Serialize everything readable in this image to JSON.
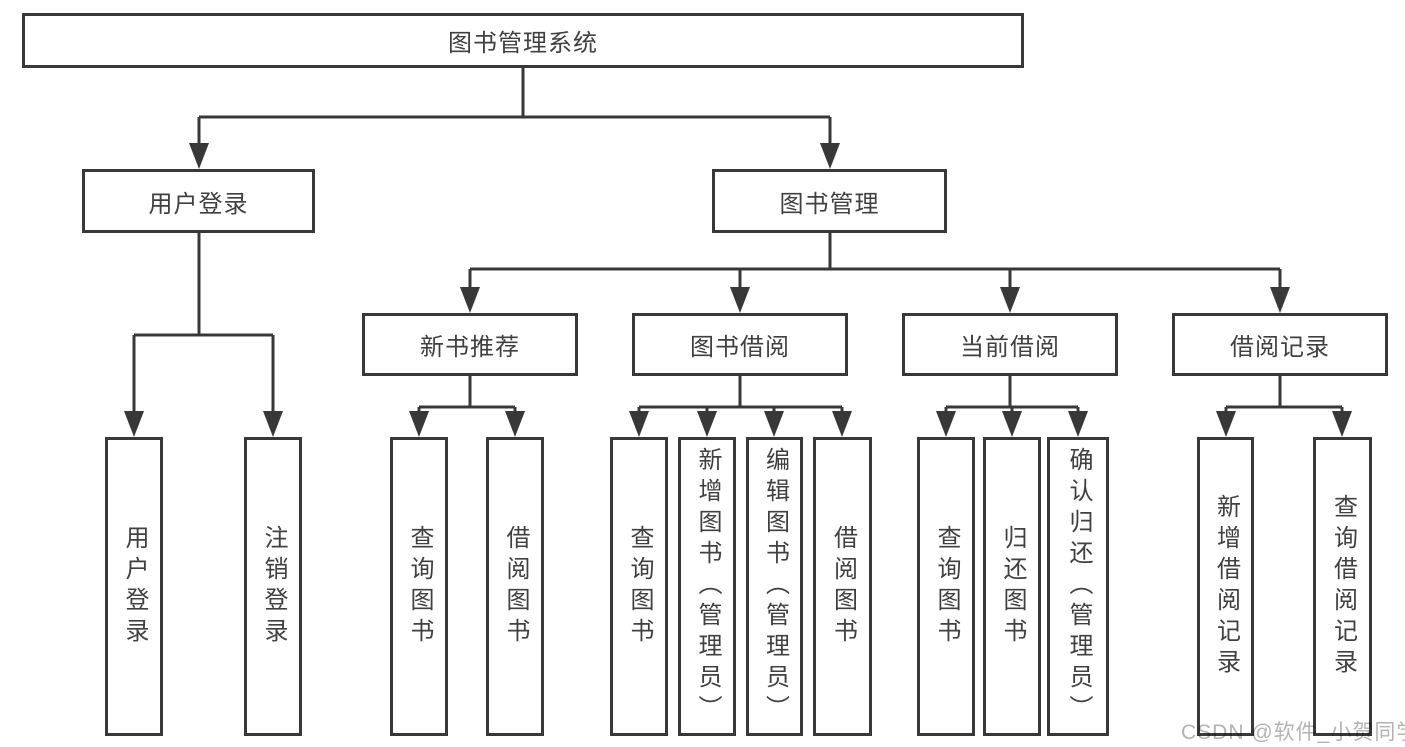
{
  "diagram": {
    "title": "图书管理系统",
    "root": {
      "label": "图书管理系统"
    },
    "level2": [
      {
        "id": "user-login",
        "label": "用户登录"
      },
      {
        "id": "book-management",
        "label": "图书管理"
      }
    ],
    "level3": [
      {
        "id": "new-book-recommendation",
        "parent": "图书管理",
        "label": "新书推荐"
      },
      {
        "id": "book-borrowing",
        "parent": "图书管理",
        "label": "图书借阅"
      },
      {
        "id": "current-borrowing",
        "parent": "图书管理",
        "label": "当前借阅"
      },
      {
        "id": "borrowing-records",
        "parent": "图书管理",
        "label": "借阅记录"
      }
    ],
    "leaves": [
      {
        "parent": "用户登录",
        "label": "用户登录"
      },
      {
        "parent": "用户登录",
        "label": "注销登录"
      },
      {
        "parent": "新书推荐",
        "label": "查询图书"
      },
      {
        "parent": "新书推荐",
        "label": "借阅图书"
      },
      {
        "parent": "图书借阅",
        "label": "查询图书"
      },
      {
        "parent": "图书借阅",
        "label": "新增图书（管理员）"
      },
      {
        "parent": "图书借阅",
        "label": "编辑图书（管理员）"
      },
      {
        "parent": "图书借阅",
        "label": "借阅图书"
      },
      {
        "parent": "当前借阅",
        "label": "查询图书"
      },
      {
        "parent": "当前借阅",
        "label": "归还图书"
      },
      {
        "parent": "当前借阅",
        "label": "确认归还（管理员）"
      },
      {
        "parent": "借阅记录",
        "label": "新增借阅记录"
      },
      {
        "parent": "借阅记录",
        "label": "查询借阅记录"
      }
    ],
    "watermark": "CSDN @软件_小贺同学",
    "colors": {
      "line": "#383838",
      "text": "#404040",
      "watermark": "#b3b3b3",
      "background": "#ffffff"
    }
  }
}
